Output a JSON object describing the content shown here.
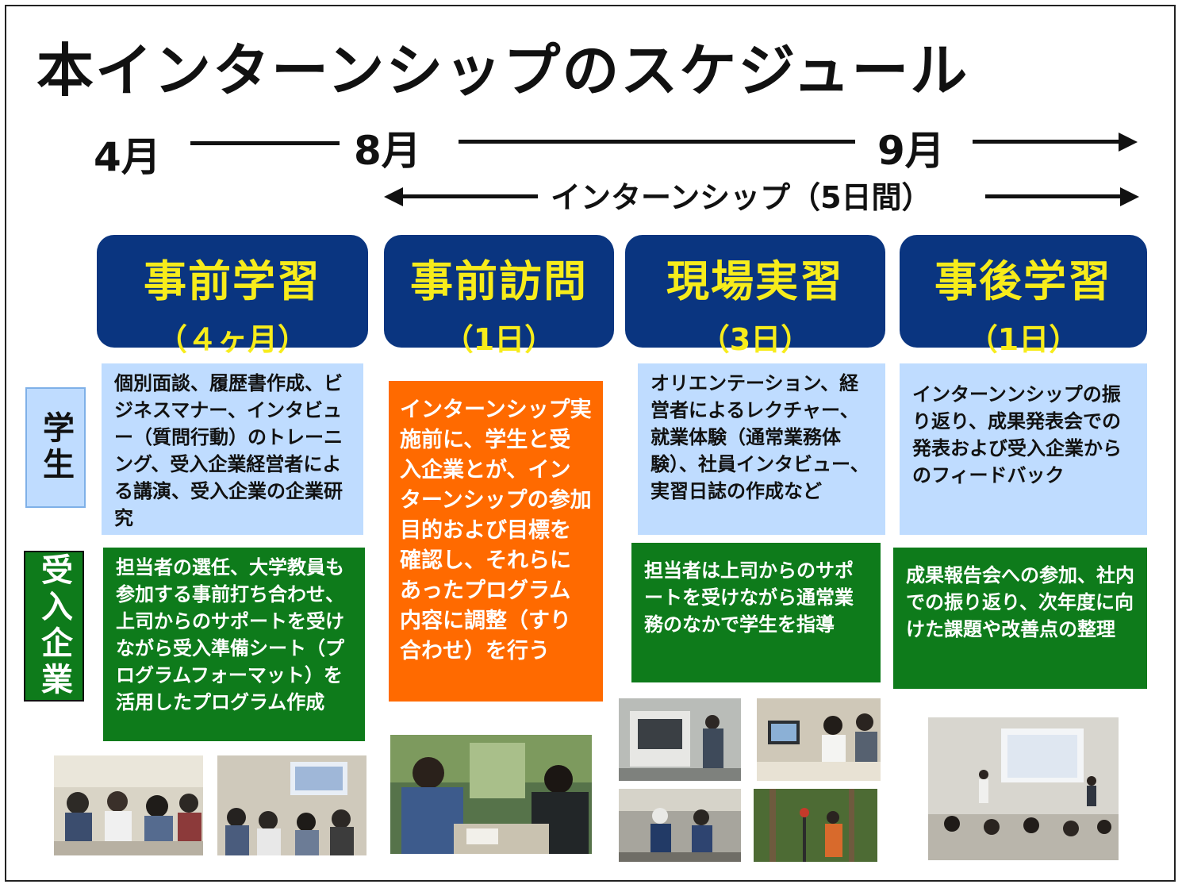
{
  "title": "本インターンシップのスケジュール",
  "timeline": {
    "months": [
      "4月",
      "8月",
      "9月"
    ],
    "internship_span": "インターンシップ（5日間）"
  },
  "phases": [
    {
      "name": "事前学習",
      "duration": "（４ヶ月）"
    },
    {
      "name": "事前訪問",
      "duration": "（1日）"
    },
    {
      "name": "現場実習",
      "duration": "（3日）"
    },
    {
      "name": "事後学習",
      "duration": "（1日）"
    }
  ],
  "row_labels": {
    "student": "学生",
    "company": "受入企業"
  },
  "student_texts": [
    "個別面談、履歴書作成、ビジネスマナー、インタビュー（質問行動）のトレーニング、受入企業経営者による講演、受入企業の企業研究",
    "オリエンテーション、経営者によるレクチャー、就業体験（通常業務体験）、社員インタビュー、実習日誌の作成など",
    "インターンンシップの振り返り、成果発表会での発表および受入企業からのフィードバック"
  ],
  "visit_text": "インターンシップ実施前に、学生と受入企業とが、インターンシップの参加目的および目標を確認し、それらにあったプログラム内容に調整（すり合わせ）を行う",
  "company_texts": [
    "担当者の選任、大学教員も参加する事前打ち合わせ、上司からのサポートを受けながら受入準備シート（プログラムフォーマット）を活用したプログラム作成",
    "担当者は上司からのサポートを受けながら通常業務のなかで学生を指導",
    "成果報告会への参加、社内での振り返り、次年度に向けた課題や改善点の整理"
  ],
  "colors": {
    "phase_bg": "#0a3580",
    "phase_text": "#f7ec1b",
    "student_bg": "#bfdcff",
    "company_bg": "#0e7b1b",
    "visit_bg": "#ff6a00"
  }
}
